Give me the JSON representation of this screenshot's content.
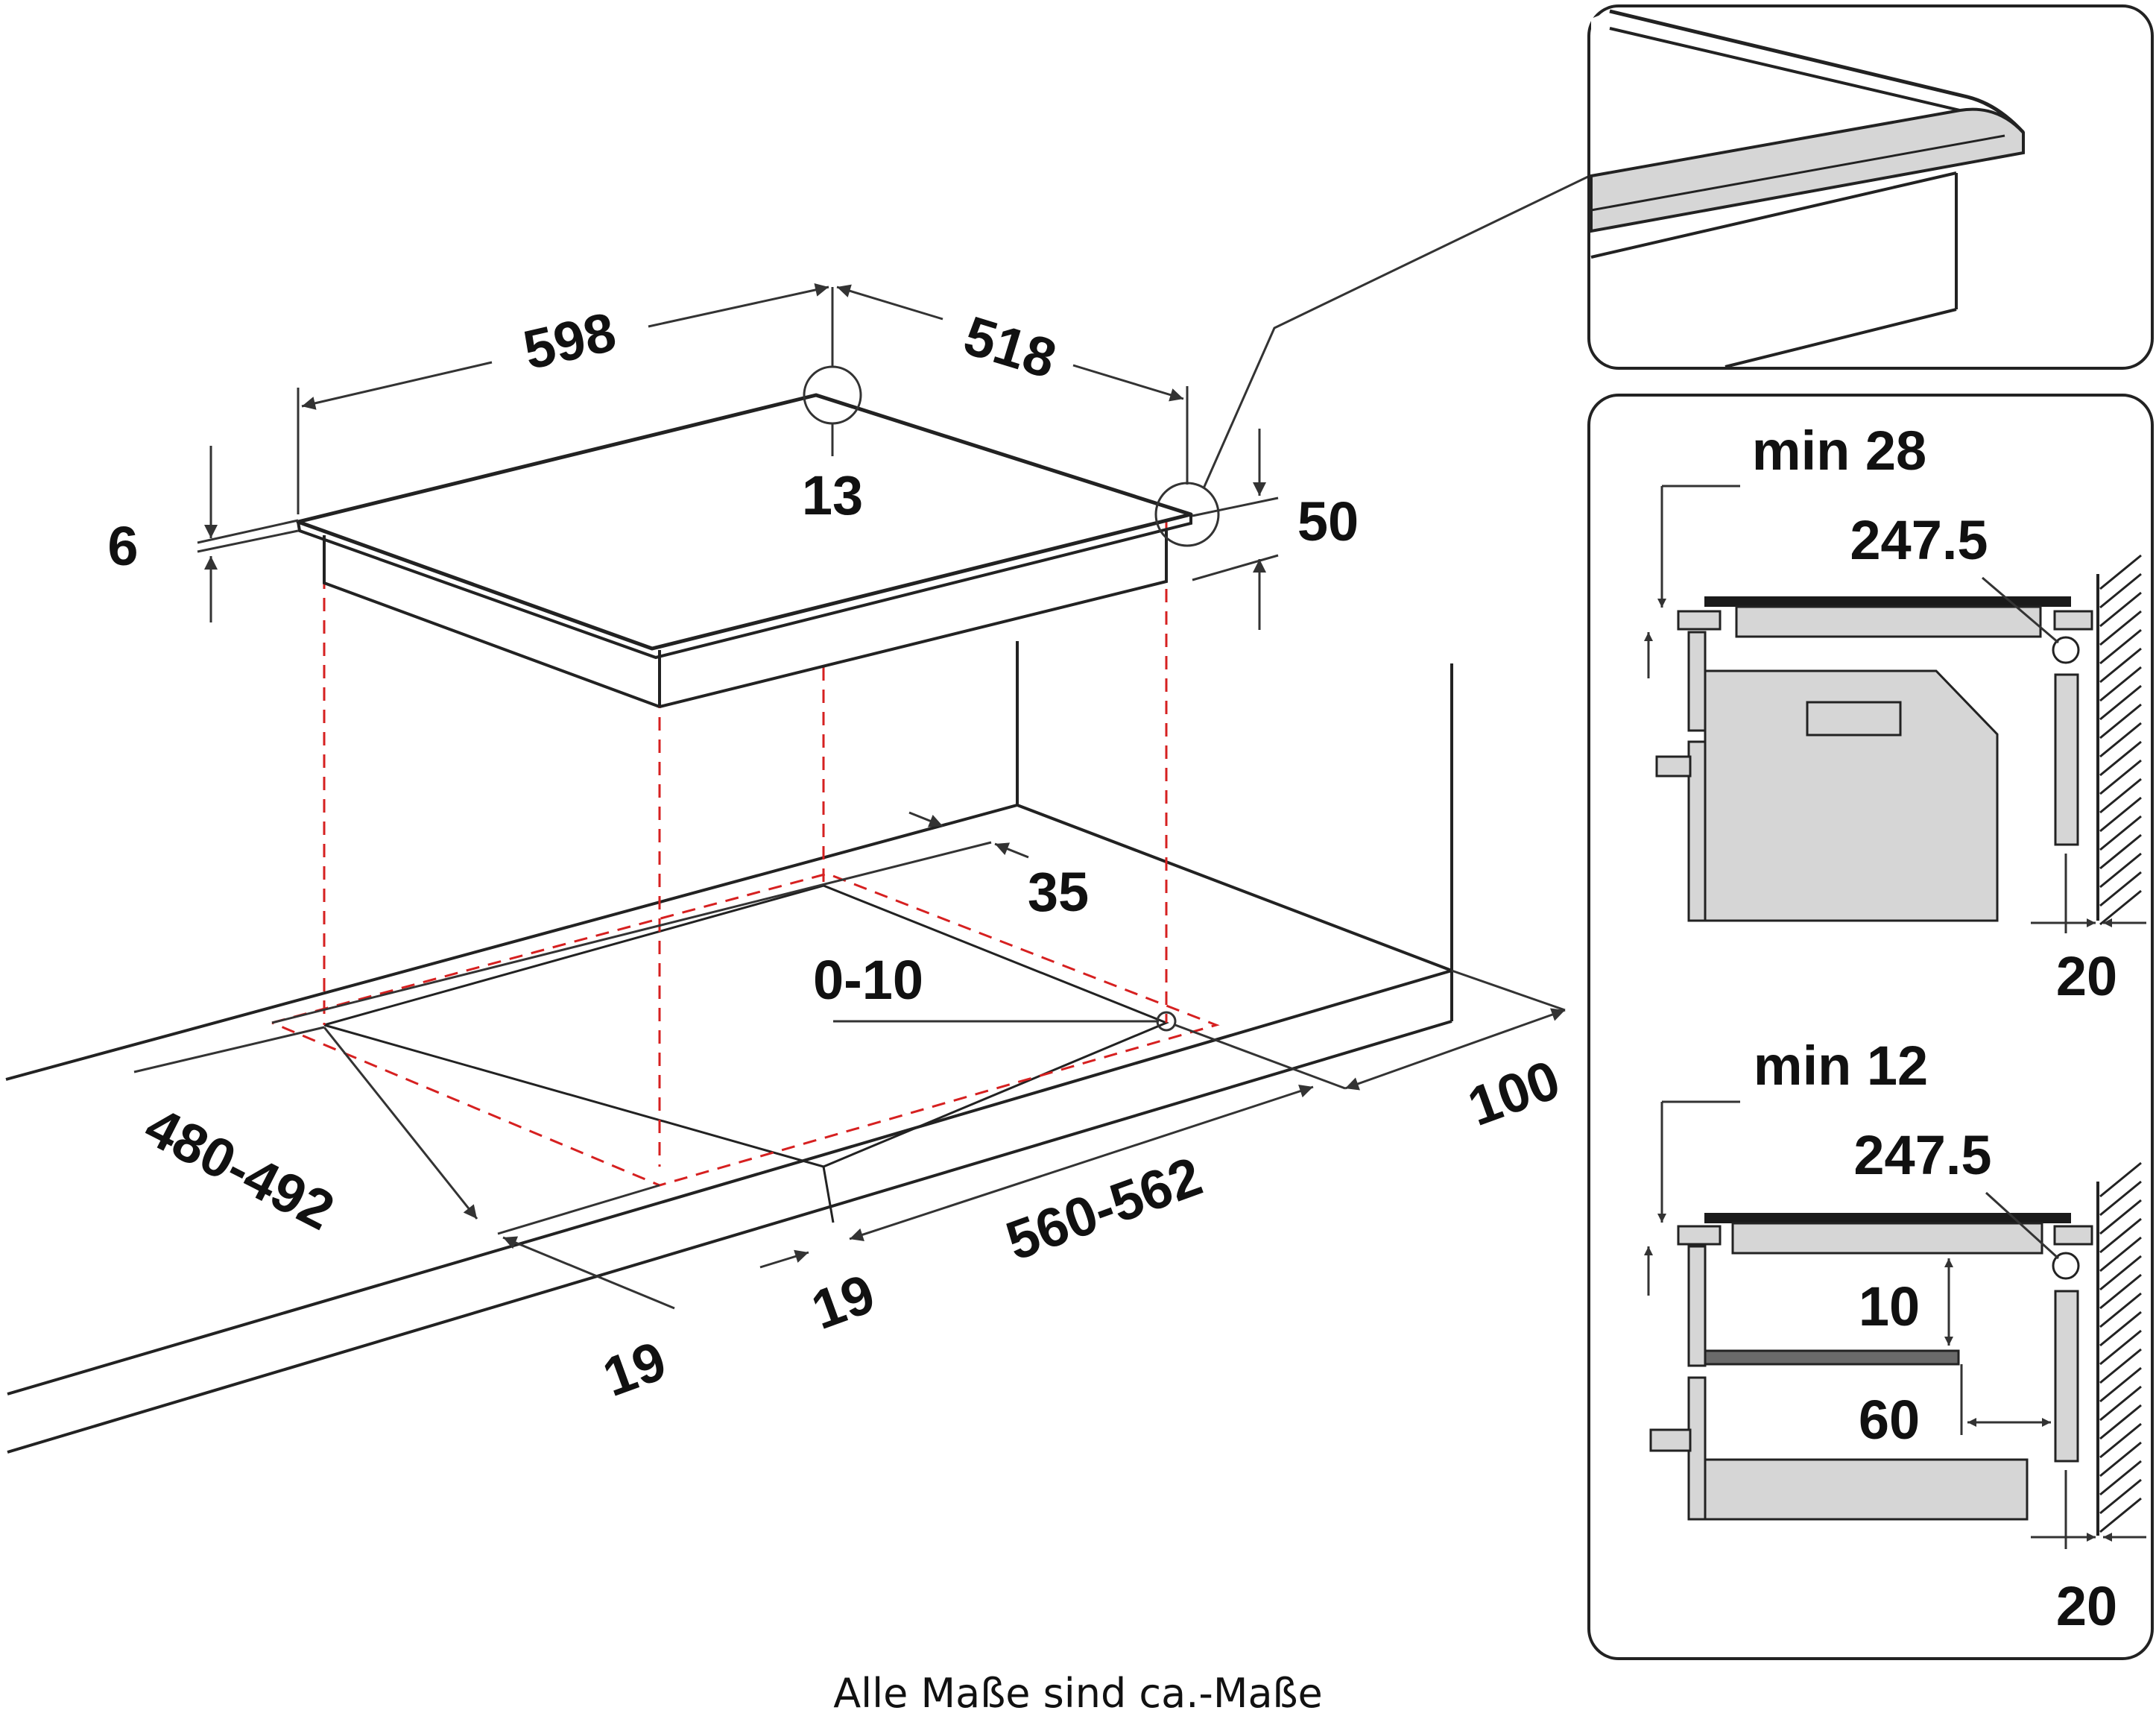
{
  "main": {
    "width": "598",
    "depth": "518",
    "corner_radius": "13",
    "glass_thickness": "6",
    "total_height": "50",
    "front_clearance": "35",
    "connection_offset": "0-10",
    "cutout_depth": "480-492",
    "cutout_width": "560-562",
    "wall_distance": "100",
    "edge_right": "19",
    "edge_front": "19"
  },
  "install_top": {
    "min_label": "min 28",
    "value": "247.5",
    "wall_gap": "20"
  },
  "install_bottom": {
    "min_label": "min 12",
    "value": "247.5",
    "shelf_gap": "10",
    "shelf_depth": "60",
    "wall_gap": "20"
  },
  "footer": {
    "caption": "Alle Maße sind ca.-Maße"
  },
  "colors": {
    "line": "#222222",
    "hidden": "#d62020",
    "fill_gray": "#d6d6d6"
  }
}
